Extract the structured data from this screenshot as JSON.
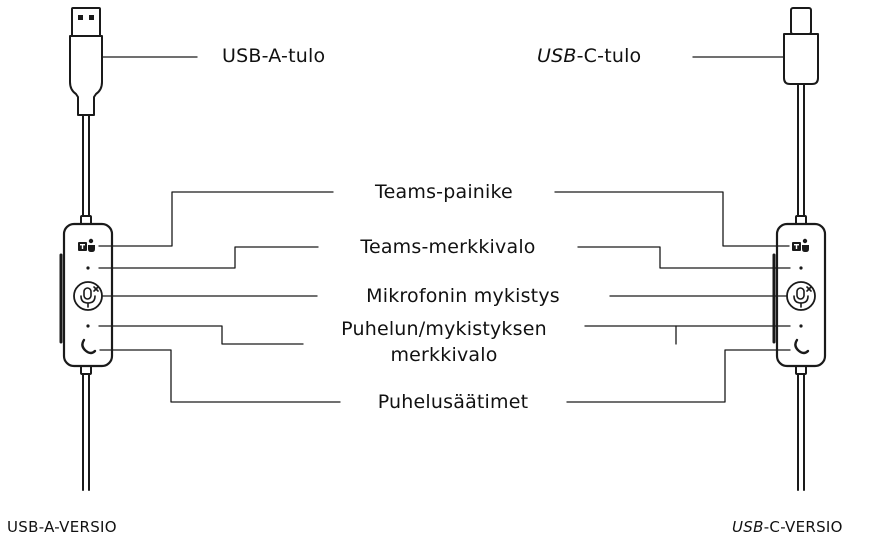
{
  "labels": {
    "usb_a_input": "USB-A-tulo",
    "usb_c_input_prefix": "USB",
    "usb_c_input_suffix": "-C-tulo",
    "teams_button": "Teams-painike",
    "teams_indicator": "Teams-merkkivalo",
    "mic_mute": "Mikrofonin mykistys",
    "call_mute_indicator_line1": "Puhelun/mykistyksen",
    "call_mute_indicator_line2": "merkkivalo",
    "call_controls": "Puhelusäätimet"
  },
  "captions": {
    "usb_a_version": "USB-A-VERSIO",
    "usb_c_version_prefix": "USB",
    "usb_c_version_suffix": "-C-VERSIO"
  },
  "icons": [
    "teams-icon",
    "microphone-mute-icon",
    "phone-icon"
  ],
  "colors": {
    "line": "#1a1a1a",
    "text": "#111111",
    "background": "#ffffff"
  }
}
